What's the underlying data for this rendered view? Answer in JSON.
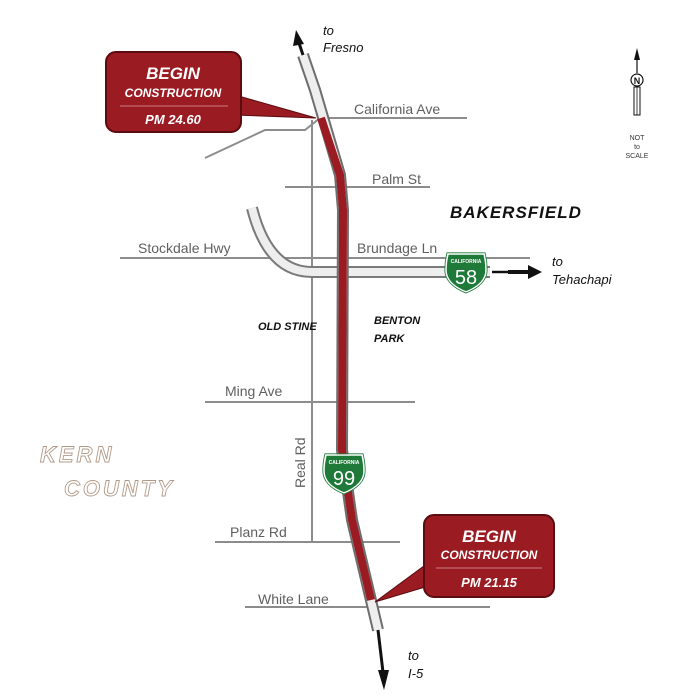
{
  "colors": {
    "route": "#9b1b22",
    "callout_fill": "#9b1b22",
    "callout_border": "#5a0c11",
    "shield_green": "#1f7a3a",
    "road_gray": "#8c8c8c",
    "highway_fill": "#eeeeee"
  },
  "callouts": {
    "north": {
      "line1": "BEGIN",
      "line2": "CONSTRUCTION",
      "line3": "PM 24.60"
    },
    "south": {
      "line1": "BEGIN",
      "line2": "CONSTRUCTION",
      "line3": "PM 21.15"
    }
  },
  "streets": {
    "california_ave": "California Ave",
    "palm_st": "Palm St",
    "stockdale_hwy": "Stockdale Hwy",
    "brundage_ln": "Brundage Ln",
    "ming_ave": "Ming Ave",
    "real_rd": "Real Rd",
    "planz_rd": "Planz Rd",
    "white_lane": "White Lane"
  },
  "places": {
    "bakersfield": "BAKERSFIELD",
    "old_stine": "OLD STINE",
    "benton_line1": "BENTON",
    "benton_line2": "PARK",
    "kern_line1": "KERN",
    "kern_line2": "COUNTY"
  },
  "destinations": {
    "north_to": "to",
    "north_city": "Fresno",
    "east_to": "to",
    "east_city": "Tehachapi",
    "south_to": "to",
    "south_city": "I-5"
  },
  "shields": {
    "sr58": {
      "header": "CALIFORNIA",
      "number": "58"
    },
    "sr99": {
      "header": "CALIFORNIA",
      "number": "99"
    }
  },
  "north_arrow": {
    "letter": "N",
    "line1": "NOT",
    "line2": "to",
    "line3": "SCALE"
  }
}
